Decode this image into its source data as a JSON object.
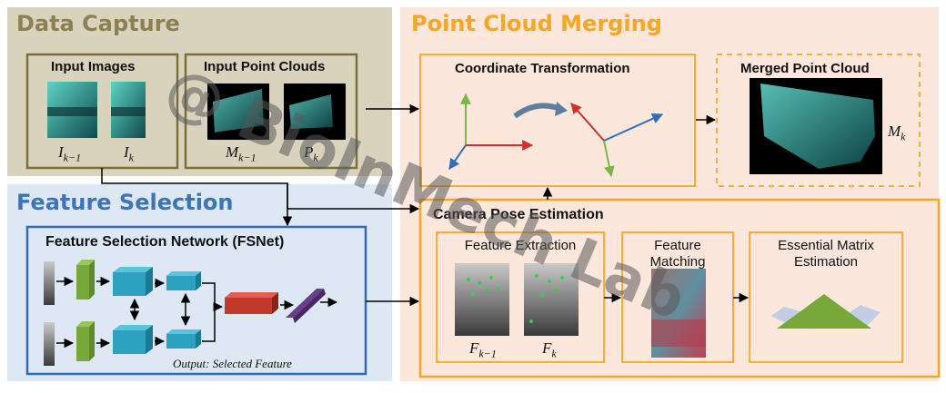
{
  "panels": {
    "data_capture": {
      "title": "Data Capture",
      "input_images": {
        "title": "Input Images",
        "label_1": "I",
        "sub_1": "k−1",
        "label_2": "I",
        "sub_2": "k"
      },
      "input_point_clouds": {
        "title": "Input Point Clouds",
        "label_1": "M",
        "sub_1": "k−1",
        "label_2": "P",
        "sub_2": "k"
      }
    },
    "feature_selection": {
      "title": "Feature Selection",
      "network_title": "Feature Selection Network (FSNet)",
      "output_label": "Output: Selected Feature"
    },
    "point_cloud_merging": {
      "title": "Point Cloud Merging",
      "coordinate_transformation": "Coordinate Transformation",
      "merged_point_cloud": "Merged Point Cloud",
      "merged_label": "M",
      "merged_sub": "k"
    },
    "camera_pose_estimation": {
      "title": "Camera Pose Estimation",
      "feature_extraction": "Feature Extraction",
      "feature_matching": [
        "Feature",
        "Matching"
      ],
      "essential_matrix": [
        "Essential Matrix",
        "Estimation"
      ],
      "label_1": "F",
      "sub_1": "k−1",
      "label_2": "F",
      "sub_2": "k"
    }
  },
  "watermark": "@ BioInMech Lab",
  "colors": {
    "data_capture_bg": "#d9d3be",
    "data_capture_title": "#8c7f52",
    "data_capture_border": "#7a6f3a",
    "feature_selection_bg": "#dde8f4",
    "feature_selection_title": "#3d74b6",
    "feature_selection_border": "#2f6db0",
    "merging_bg": "#fbe7dc",
    "merging_title": "#f5a623",
    "orange_border": "#f5a623",
    "cuboid_teal": "#2aa2c0",
    "cuboid_green": "#79a83a",
    "cuboid_red": "#c0392b",
    "cuboid_purple": "#6b3d8f",
    "axis_red": "#d0312d",
    "axis_green": "#7ab648",
    "axis_blue": "#2e6fb5"
  }
}
